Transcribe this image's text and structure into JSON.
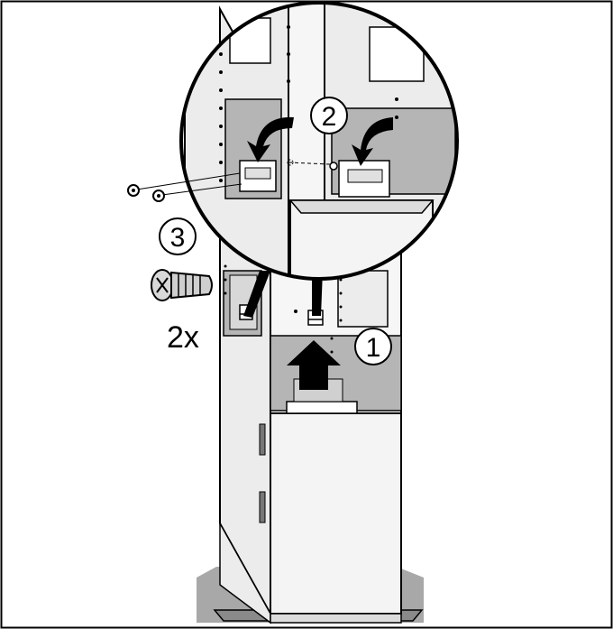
{
  "steps": [
    {
      "number": "1"
    },
    {
      "number": "2"
    },
    {
      "number": "3"
    }
  ],
  "screw_quantity": "2x",
  "colors": {
    "outline": "#000000",
    "panel_fill": "#ececec",
    "shadow_fill": "#b5b5b5",
    "recess_fill": "#c8c8c8",
    "floor_shadow": "#a8a8a8",
    "arrow_fill": "#000000",
    "background": "#ffffff"
  },
  "icons": [
    "screw-icon",
    "upward-arrow-icon",
    "curved-arrow-icon",
    "magnifier-circle"
  ]
}
